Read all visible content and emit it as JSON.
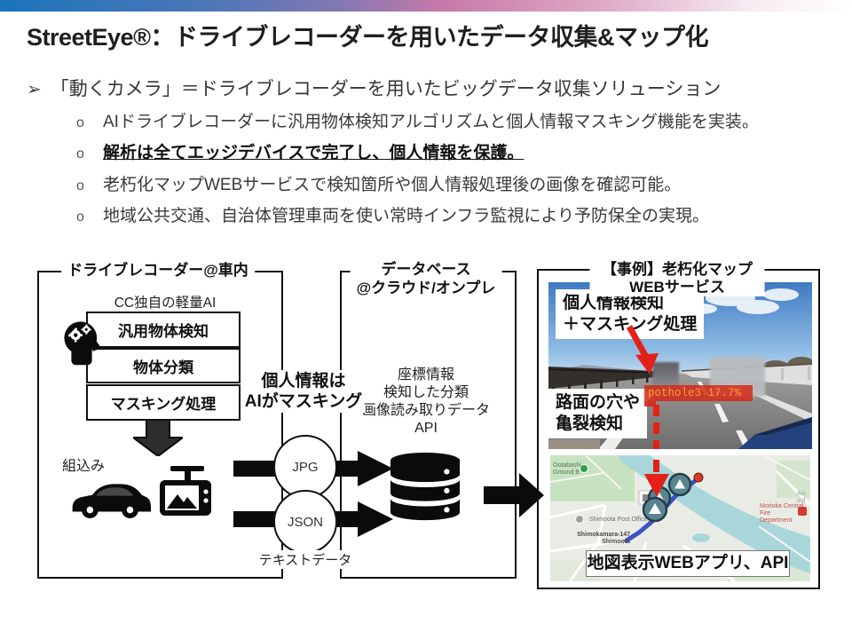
{
  "title": "StreetEye®：ドライブレコーダーを用いたデータ収集&マップ化",
  "bullets": {
    "main_marker": "➢",
    "main": "「動くカメラ」＝ドライブレコーダーを用いたビッグデータ収集ソリューション",
    "sub_marker": "o",
    "sub": [
      {
        "text": "AIドライブレコーダーに汎用物体検知アルゴリズムと個人情報マスキング機能を実装。"
      },
      {
        "text": "解析は全てエッジデバイスで完了し、個人情報を保護。"
      },
      {
        "text": "老朽化マップWEBサービスで検知箇所や個人情報処理後の画像を確認可能。"
      },
      {
        "text": "地域公共交通、自治体管理車両を使い常時インフラ監視により予防保全の実現。"
      }
    ]
  },
  "diagram": {
    "recorder_box": {
      "title": "ドライブレコーダー@車内",
      "ai_label": "CC独自の軽量AI",
      "steps": [
        "汎用物体検知",
        "物体分類",
        "マスキング処理"
      ],
      "embedded_label": "組込み"
    },
    "masking_note": {
      "line1": "個人情報は",
      "line2": "AIがマスキング"
    },
    "files": {
      "jpg": "JPG",
      "json": "JSON",
      "text_data": "テキストデータ"
    },
    "database_box": {
      "title_line1": "データベース",
      "title_line2": "@クラウド/オンプレ",
      "contents": [
        "座標情報",
        "検知した分類",
        "画像読み取りデータ",
        "API"
      ]
    },
    "example_box": {
      "title": "【事例】老朽化マップWEBサービス",
      "photo": {
        "masking_label_line1": "個人情報検知",
        "masking_label_line2": "＋マスキング処理",
        "crack_label_line1": "路面の穴や",
        "crack_label_line2": "亀裂検知",
        "detection_tag": "pothole3 17.7%"
      },
      "map": {
        "caption": "地図表示WEBアプリ、API",
        "labels": [
          "Ootabashi Ground B",
          "Shimoota Post Office",
          "Shimokamara-147 Shimoota",
          "Morioka Central Fire Department",
          "Aiz ind"
        ]
      }
    }
  },
  "colors": {
    "topbar_blue": "#1B74BB",
    "topbar_pink": "#C779A8",
    "arrow_black": "#0b0b0b",
    "red_accent": "#E32119",
    "detection_box_red": "#D52918",
    "detection_text_orange": "#F2A23C",
    "route_blue": "#3D52C5",
    "river_teal": "#A9D6DA"
  }
}
